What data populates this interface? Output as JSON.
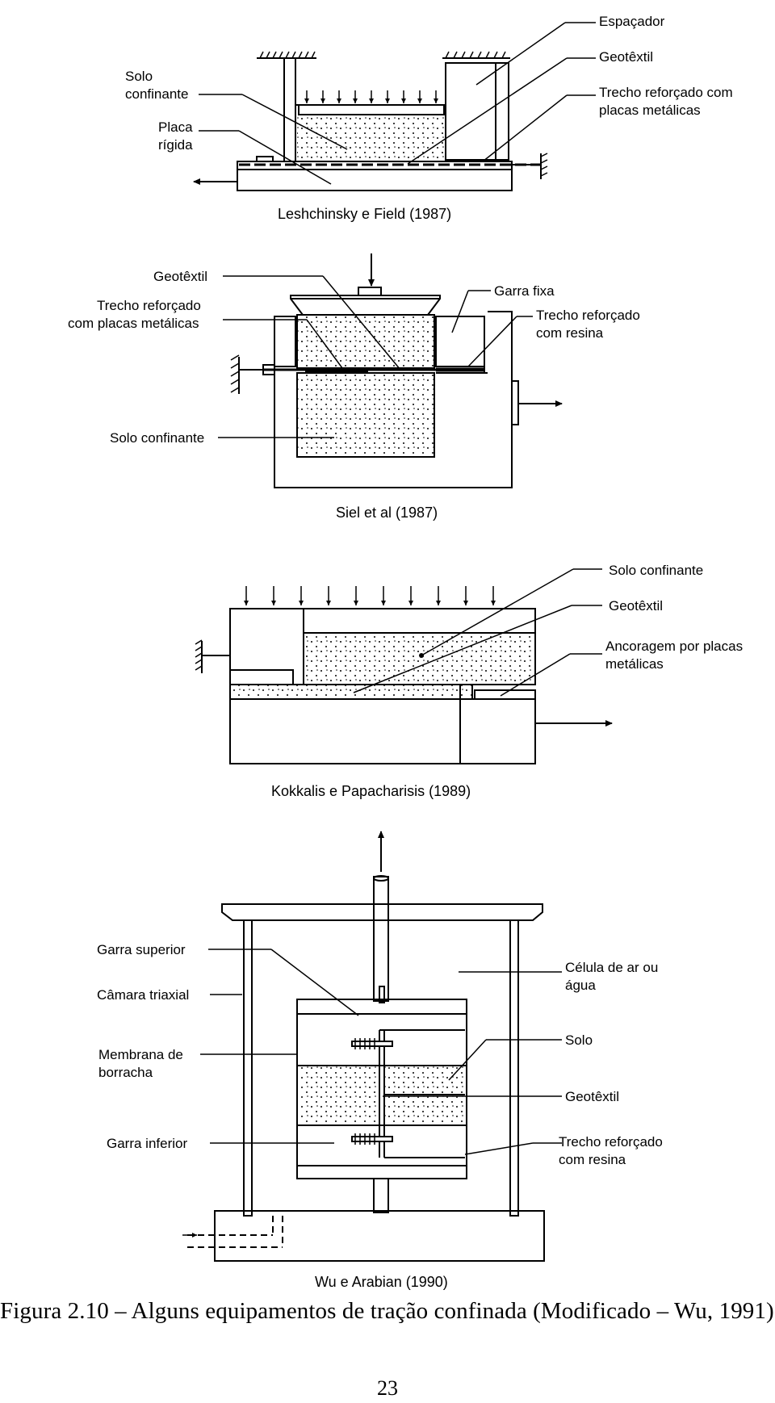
{
  "panels": [
    {
      "title": "Leshchinsky e Field (1987)",
      "labels": {
        "solo_confinante": [
          "Solo",
          "confinante"
        ],
        "placa_rigida": [
          "Placa",
          "rígida"
        ],
        "espacador": "Espaçador",
        "geotextil": "Geotêxtil",
        "trecho": [
          "Trecho reforçado com",
          "placas metálicas"
        ]
      }
    },
    {
      "title": "Siel et al (1987)",
      "labels": {
        "geotextil": "Geotêxtil",
        "trecho_placas": [
          "Trecho reforçado",
          "com placas metálicas"
        ],
        "garra_fixa": "Garra fixa",
        "trecho_resina": [
          "Trecho reforçado",
          "com resina"
        ],
        "solo_confinante": "Solo confinante"
      }
    },
    {
      "title": "Kokkalis e Papacharisis (1989)",
      "labels": {
        "solo_confinante": "Solo confinante",
        "geotextil": "Geotêxtil",
        "ancoragem": [
          "Ancoragem por placas",
          "metálicas"
        ]
      }
    },
    {
      "title": "Wu e Arabian (1990)",
      "labels": {
        "garra_superior": "Garra superior",
        "camara_triaxial": "Câmara triaxial",
        "membrana": [
          "Membrana de",
          "borracha"
        ],
        "garra_inferior": "Garra inferior",
        "celula": [
          "Célula de ar ou",
          "água"
        ],
        "solo": "Solo",
        "geotextil": "Geotêxtil",
        "trecho_resina": [
          "Trecho reforçado",
          "com resina"
        ]
      }
    }
  ],
  "caption": {
    "prefix": "Figura 2.10",
    "dash": " – ",
    "text": "Alguns equipamentos de tração confinada (Modificado – Wu, 1991)."
  },
  "page_number": "23"
}
